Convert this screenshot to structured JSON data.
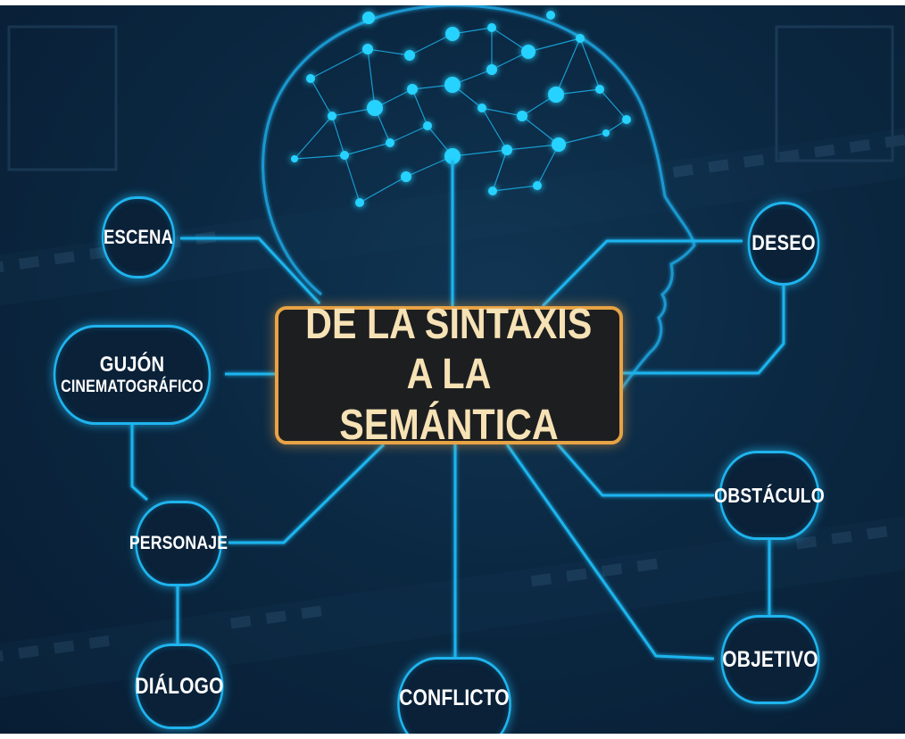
{
  "title": {
    "line1": "DE LA SINTAXIS",
    "line2": "A LA SEMÁNTICA"
  },
  "nodes": {
    "escena": "ESCENA",
    "guion_line1": "GUJÓN",
    "guion_line2": "CINEMATOGRÁFICO",
    "personaje": "PERSONAJE",
    "dialogo": "DIÁLOGO",
    "conflicto": "CONFLICTO",
    "deseo": "DESEO",
    "obstaculo": "OBSTÁCULO",
    "objetivo": "OBJETIVO"
  },
  "colors": {
    "background": "#0b2842",
    "line": "#1fb4ee",
    "brain_node": "#28d2ff",
    "title_border": "#e7a345",
    "title_fill": "#1d1e20",
    "title_text": "#f6e2b5"
  },
  "icons": [
    "head-silhouette-icon",
    "brain-network-icon",
    "film-strip-icon"
  ]
}
